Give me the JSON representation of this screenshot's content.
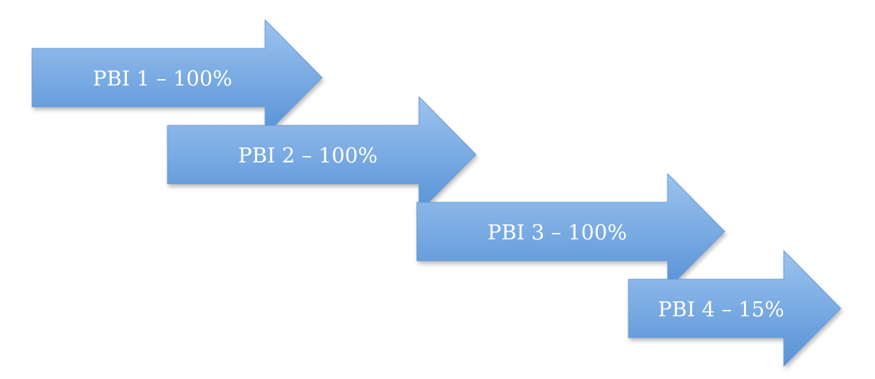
{
  "diagram": {
    "items": [
      {
        "label": "PBI 1 – 100%",
        "completion_percent": 100
      },
      {
        "label": "PBI 2 – 100%",
        "completion_percent": 100
      },
      {
        "label": "PBI 3 – 100%",
        "completion_percent": 100
      },
      {
        "label": "PBI 4 – 15%",
        "completion_percent": 15
      }
    ],
    "colors": {
      "arrow_top": "#9cc3ef",
      "arrow_bottom": "#5792d6",
      "arrow_stroke": "#6b9ad4",
      "label_text": "#ffffff"
    },
    "shapes": {
      "arrow": "block-arrow-right"
    }
  }
}
